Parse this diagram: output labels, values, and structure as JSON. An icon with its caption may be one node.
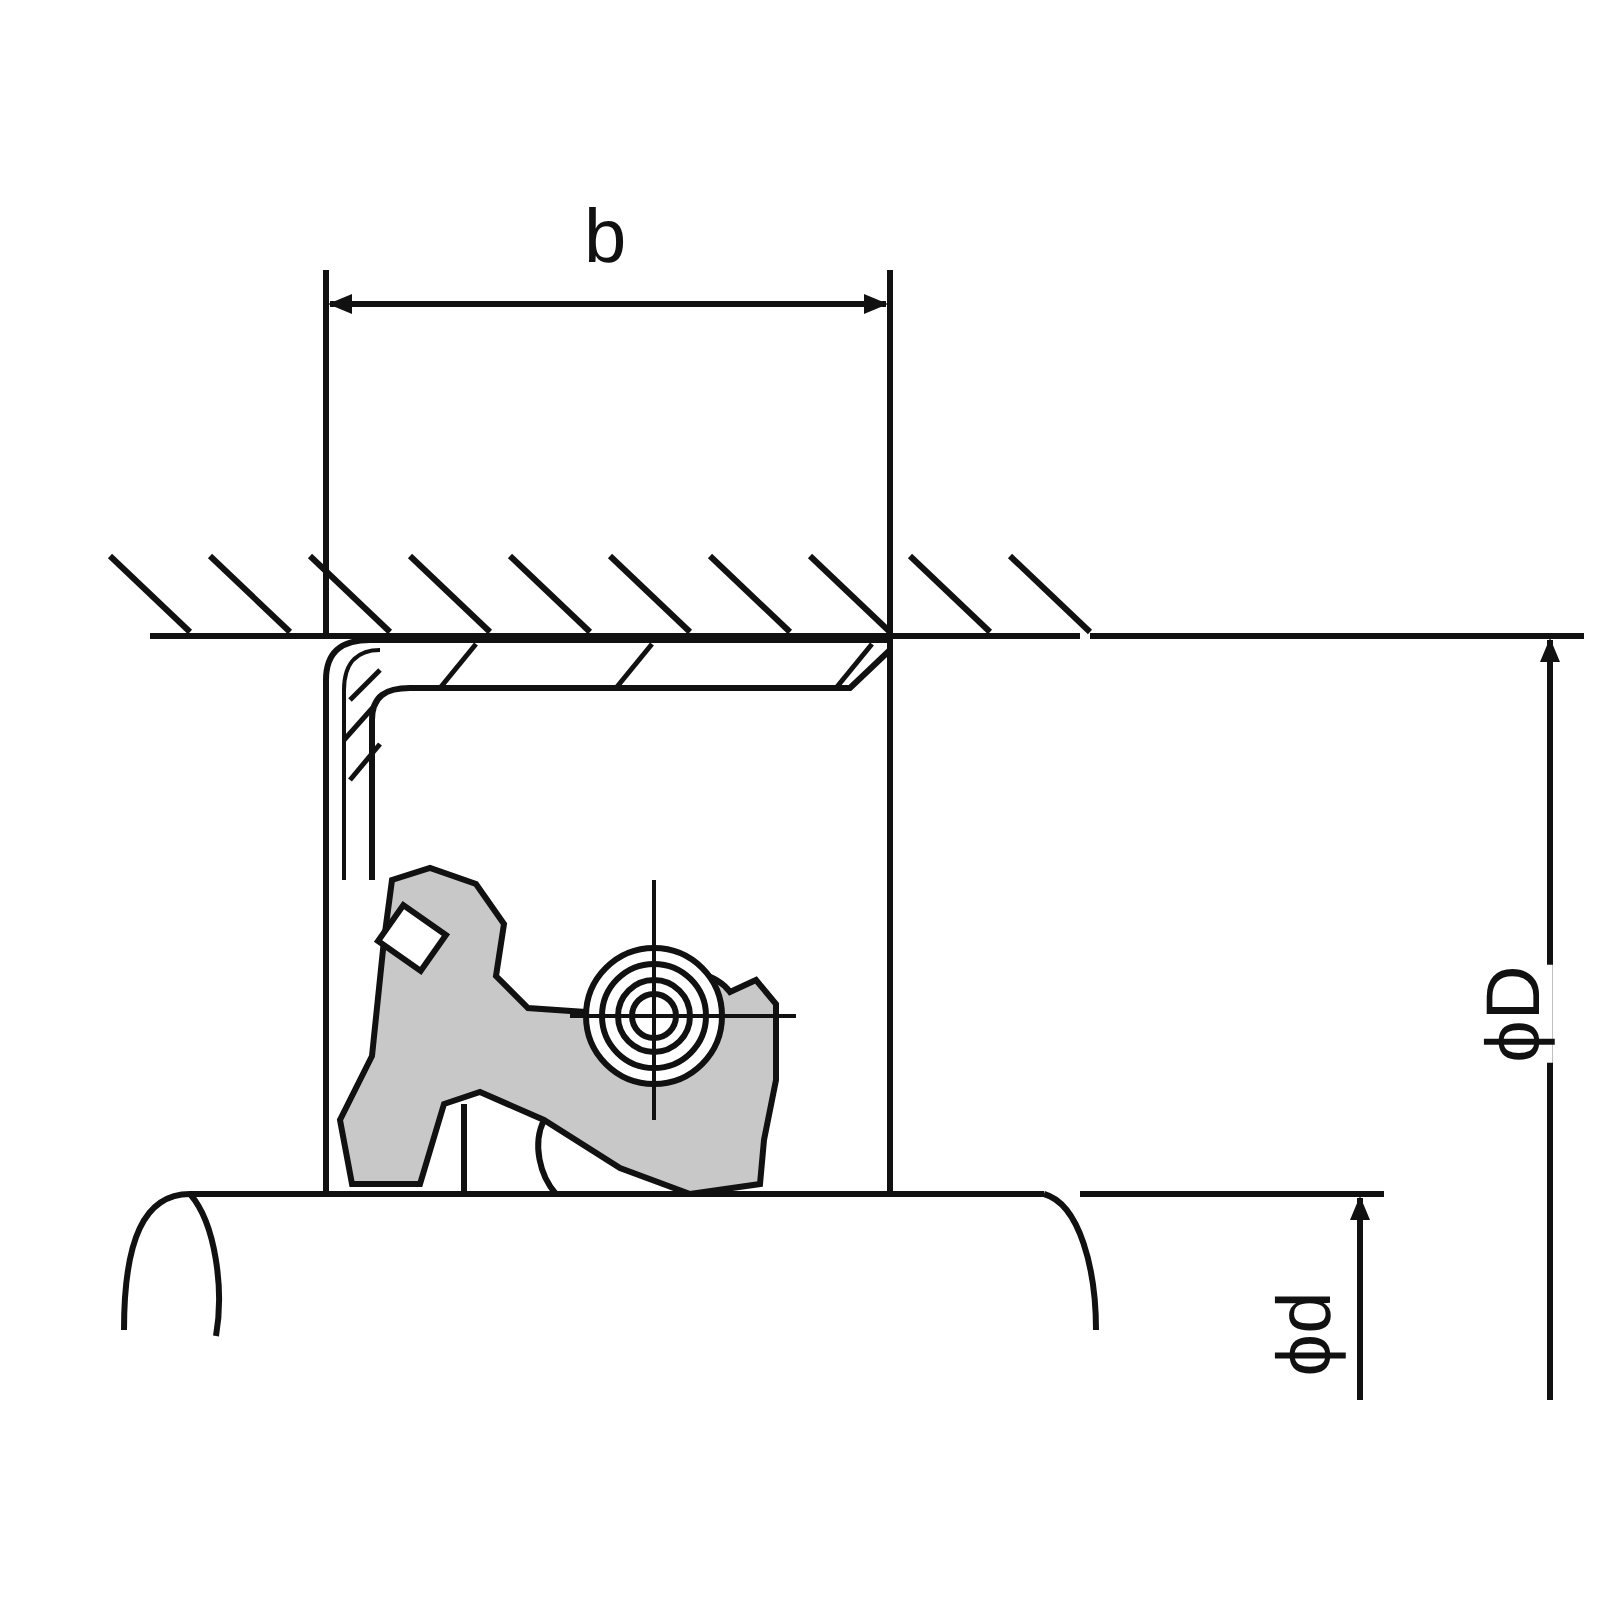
{
  "diagram": {
    "labels": [
      "b",
      "ϕD",
      "ϕd"
    ]
  }
}
